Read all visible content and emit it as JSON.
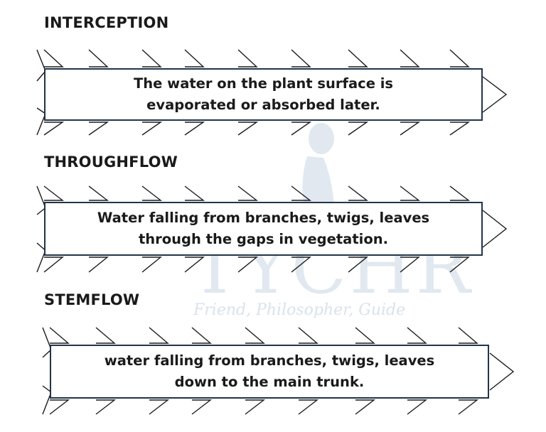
{
  "sections": [
    {
      "title": "INTERCEPTION",
      "lines": [
        "The water on the plant surface is",
        "evaporated or absorbed later."
      ]
    },
    {
      "title": "THROUGHFLOW",
      "lines": [
        "Water falling from branches, twigs, leaves",
        "through the gaps in vegetation."
      ]
    },
    {
      "title": "STEMFLOW",
      "lines": [
        "water falling from branches, twigs, leaves",
        "down to the main trunk."
      ]
    }
  ],
  "watermark": {
    "logo": "TYCHR",
    "tagline": "Friend, Philosopher, Guide"
  },
  "colors": {
    "box_border": "#22344a",
    "arrow_stroke": "#1a1a1a",
    "watermark": "#c9d6e3"
  }
}
